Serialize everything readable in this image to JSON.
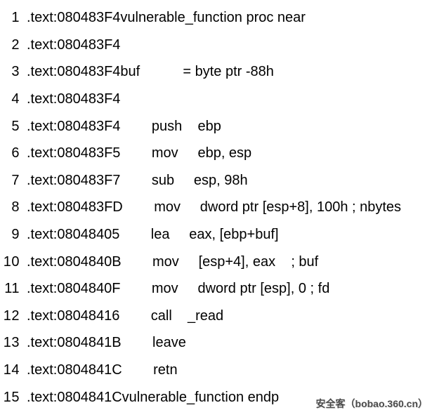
{
  "page": {
    "background_color": "#ffffff",
    "text_color": "#000000"
  },
  "listing": {
    "function_name": "vulnerable_function",
    "segment": ".text",
    "lines": [
      {
        "num": "1",
        "code": ".text:080483F4vulnerable_function proc near"
      },
      {
        "num": "2",
        "code": ".text:080483F4"
      },
      {
        "num": "3",
        "code": ".text:080483F4buf           = byte ptr -88h"
      },
      {
        "num": "4",
        "code": ".text:080483F4"
      },
      {
        "num": "5",
        "code": ".text:080483F4        push    ebp"
      },
      {
        "num": "6",
        "code": ".text:080483F5        mov     ebp, esp"
      },
      {
        "num": "7",
        "code": ".text:080483F7        sub     esp, 98h"
      },
      {
        "num": "8",
        "code": ".text:080483FD        mov     dword ptr [esp+8], 100h ; nbytes"
      },
      {
        "num": "9",
        "code": ".text:08048405        lea     eax, [ebp+buf]"
      },
      {
        "num": "10",
        "code": ".text:0804840B        mov     [esp+4], eax    ; buf"
      },
      {
        "num": "11",
        "code": ".text:0804840F        mov     dword ptr [esp], 0 ; fd"
      },
      {
        "num": "12",
        "code": ".text:08048416        call    _read"
      },
      {
        "num": "13",
        "code": ".text:0804841B        leave"
      },
      {
        "num": "14",
        "code": ".text:0804841C        retn"
      },
      {
        "num": "15",
        "code": ".text:0804841Cvulnerable_function endp"
      }
    ]
  },
  "watermark": {
    "text": "安全客（bobao.360.cn）",
    "color": "#4a4a4a"
  }
}
